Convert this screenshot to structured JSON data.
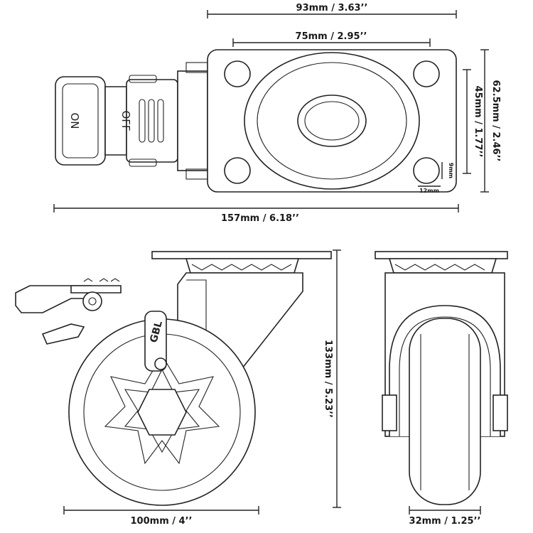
{
  "dimensions": {
    "plate_width": "93mm / 3.63’’",
    "hole_spacing_width": "75mm / 2.95’’",
    "plate_depth": "62.5mm / 2.46’’",
    "hole_spacing_depth": "45mm / 1.77’’",
    "overall_length": "157mm / 6.18’’",
    "overall_height": "133mm / 5.23’’",
    "wheel_diameter": "100mm / 4’’",
    "wheel_width": "32mm / 1.25’’",
    "slot_width": "12mm",
    "slot_height": "9mm"
  },
  "labels": {
    "brake_on": "ON",
    "brake_off": "OFF",
    "brand": "GBL"
  },
  "colors": {
    "line": "#222222",
    "background": "#ffffff"
  }
}
